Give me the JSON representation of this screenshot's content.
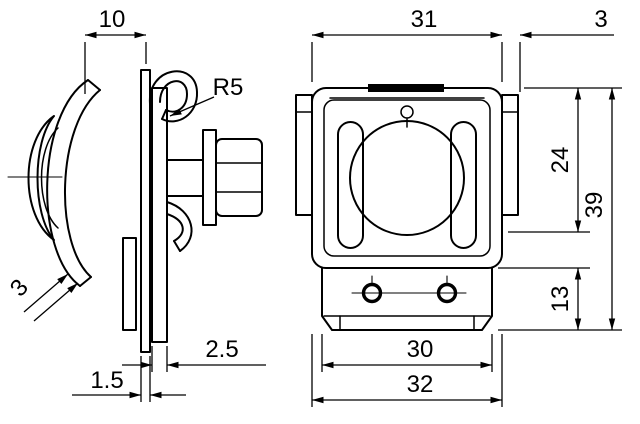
{
  "drawing": {
    "kind": "engineering-dimension-drawing",
    "background": "#ffffff",
    "line_color": "#000000",
    "side_view": {
      "dim_width": "10",
      "dim_radius": "R5",
      "dim_spring_thickness": "3",
      "dim_gap": "2.5",
      "dim_plate_thickness": "1.5"
    },
    "front_view": {
      "dim_width_top": "31",
      "dim_tab_depth": "3",
      "dim_height_upper": "24",
      "dim_height_total": "39",
      "dim_height_lower": "13",
      "dim_width_bottom_inner": "30",
      "dim_width_bottom_outer": "32"
    }
  }
}
